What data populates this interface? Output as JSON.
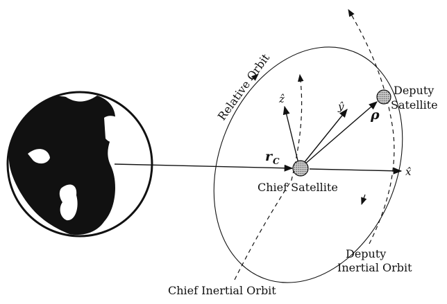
{
  "labels": {
    "relative_orbit": "Relative Orbit",
    "deputy_satellite_line1": "Deputy",
    "deputy_satellite_line2": "Satellite",
    "chief_satellite": "Chief Satellite",
    "deputy_inertial_orbit_line1": "Deputy",
    "deputy_inertial_orbit_line2": "Inertial Orbit",
    "chief_inertial_orbit": "Chief Inertial Orbit"
  },
  "axes": {
    "x": "x̂",
    "y": "ŷ",
    "z": "ẑ"
  },
  "vectors": {
    "rho": "ρ",
    "rc_main": "r",
    "rc_sub": "C"
  },
  "colors": {
    "ink": "#111111",
    "satellite_fill": "#9a9a9a",
    "background": "#ffffff"
  }
}
